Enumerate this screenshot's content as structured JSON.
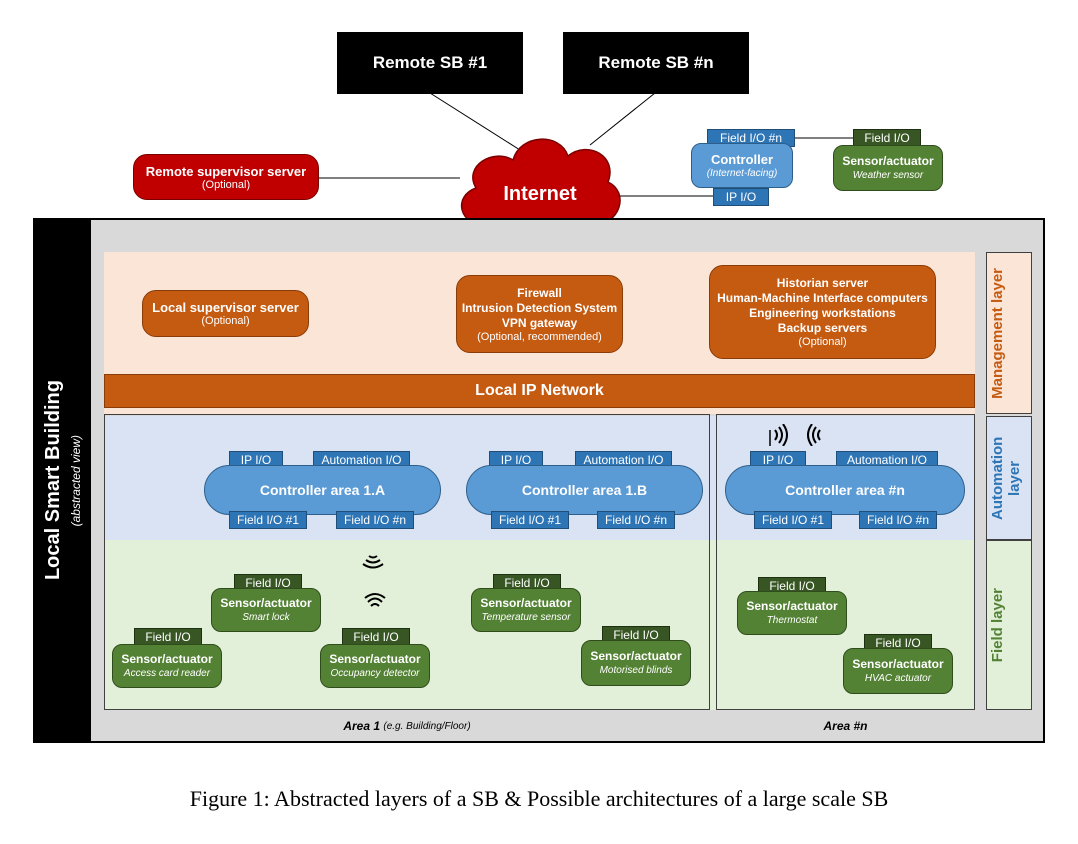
{
  "remote_sb": [
    "Remote SB #1",
    "Remote SB #n"
  ],
  "internet": "Internet",
  "remote_supervisor": {
    "title": "Remote supervisor server",
    "note": "(Optional)"
  },
  "internet_controller": {
    "field_io": "Field I/O #n",
    "title": "Controller",
    "note": "(Internet-facing)",
    "ip_io": "IP I/O"
  },
  "weather": {
    "field_io": "Field I/O",
    "title": "Sensor/actuator",
    "note": "Weather sensor"
  },
  "building": {
    "title": "Local Smart Building",
    "subtitle": "(abstracted view)"
  },
  "management": {
    "local_supervisor": {
      "title": "Local supervisor server",
      "note": "(Optional)"
    },
    "firewall": {
      "lines": [
        "Firewall",
        "Intrusion Detection System",
        "VPN gateway"
      ],
      "note": "(Optional, recommended)"
    },
    "historian": {
      "lines": [
        "Historian server",
        "Human-Machine Interface computers",
        "Engineering workstations",
        "Backup servers"
      ],
      "note": "(Optional)"
    },
    "network": "Local IP Network"
  },
  "layers": {
    "management": "Management layer",
    "automation": "Automation layer",
    "field": "Field layer"
  },
  "controllers": [
    {
      "name": "Controller area 1.A",
      "ip": "IP I/O",
      "auto": "Automation I/O",
      "f1": "Field I/O #1",
      "fn": "Field I/O #n"
    },
    {
      "name": "Controller area 1.B",
      "ip": "IP I/O",
      "auto": "Automation I/O",
      "f1": "Field I/O #1",
      "fn": "Field I/O #n"
    },
    {
      "name": "Controller area #n",
      "ip": "IP I/O",
      "auto": "Automation I/O",
      "f1": "Field I/O #1",
      "fn": "Field I/O #n"
    }
  ],
  "sensors": [
    {
      "io": "Field I/O",
      "title": "Sensor/actuator",
      "note": "Access card reader"
    },
    {
      "io": "Field I/O",
      "title": "Sensor/actuator",
      "note": "Smart lock"
    },
    {
      "io": "Field I/O",
      "title": "Sensor/actuator",
      "note": "Occupancy detector"
    },
    {
      "io": "Field I/O",
      "title": "Sensor/actuator",
      "note": "Temperature sensor"
    },
    {
      "io": "Field I/O",
      "title": "Sensor/actuator",
      "note": "Motorised blinds"
    },
    {
      "io": "Field I/O",
      "title": "Sensor/actuator",
      "note": "Thermostat"
    },
    {
      "io": "Field I/O",
      "title": "Sensor/actuator",
      "note": "HVAC actuator"
    }
  ],
  "areas": {
    "area1": "Area 1",
    "area1_note": "(e.g. Building/Floor)",
    "arean": "Area #n"
  },
  "caption": "Figure 1: Abstracted layers of a SB & Possible architectures of a large scale SB",
  "colors": {
    "red": "#c00000",
    "orange": "#c55a11",
    "blue": "#5b9bd5",
    "green": "#548235",
    "management_bg": "#fbe5d6",
    "automation_bg": "#dae3f3",
    "field_bg": "#e2f0d9"
  }
}
